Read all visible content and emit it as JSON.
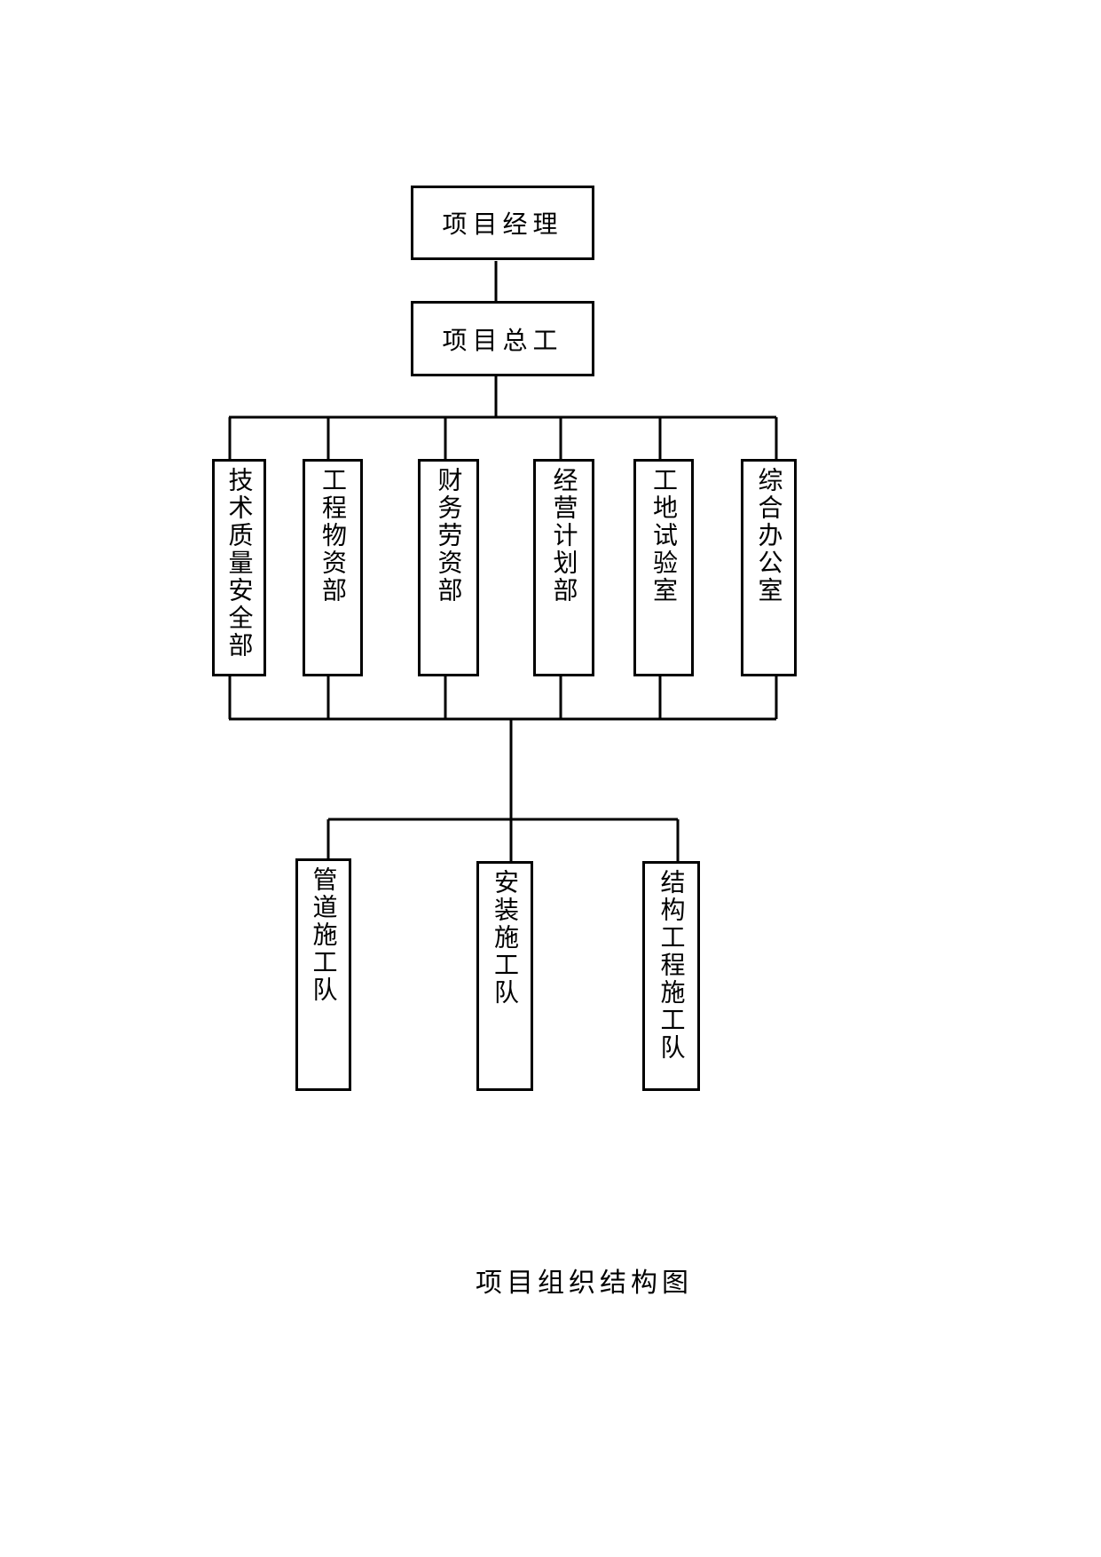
{
  "chart": {
    "top": [
      "项目经理",
      "项目总工"
    ],
    "departments": [
      "技术质量安全部",
      "工程物资部",
      "财务劳资部",
      "经营计划部",
      "工地试验室",
      "综合办公室"
    ],
    "teams": [
      "管道施工队",
      "安装施工队",
      "结构工程施工队"
    ]
  },
  "caption": "项目组织结构图"
}
